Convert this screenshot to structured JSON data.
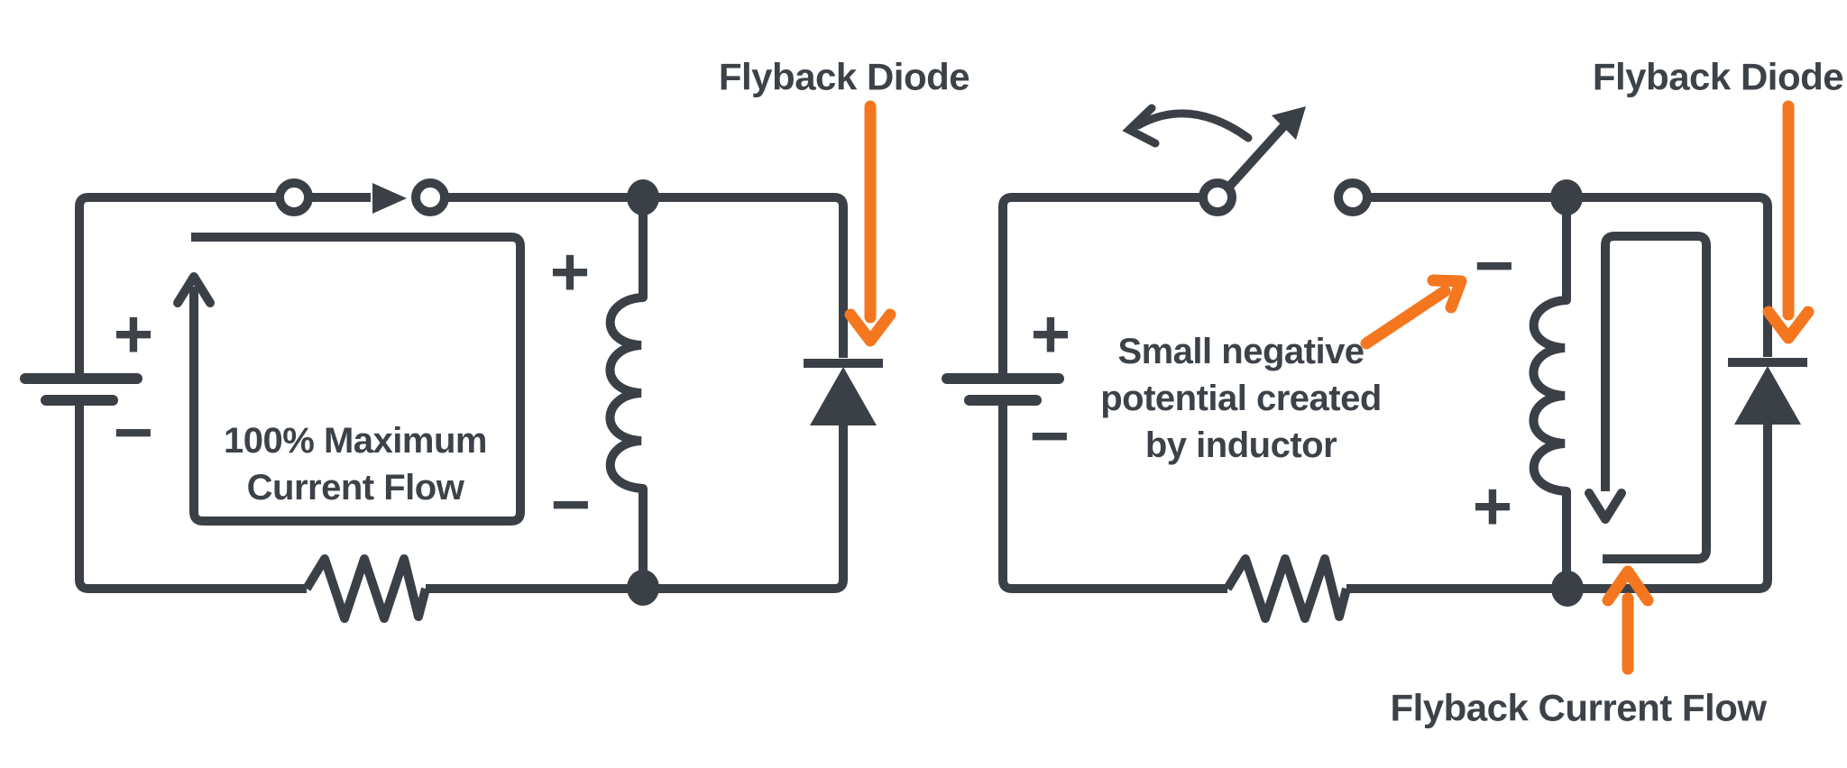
{
  "colors": {
    "ink": "#3B4046",
    "orange": "#F4771F",
    "background": "#FFFFFF"
  },
  "left_circuit": {
    "flyback_diode_label": "Flyback Diode",
    "loop_label": {
      "line1": "100% Maximum",
      "line2": "Current Flow"
    },
    "battery": {
      "plus": "+",
      "minus": "−"
    },
    "inductor": {
      "plus": "+",
      "minus": "−"
    }
  },
  "right_circuit": {
    "flyback_diode_label": "Flyback Diode",
    "annotation": {
      "line1": "Small negative",
      "line2": "potential created",
      "line3": "by inductor"
    },
    "flyback_current_flow_label": "Flyback Current Flow",
    "battery": {
      "plus": "+",
      "minus": "−"
    },
    "inductor": {
      "minus": "−",
      "plus": "+"
    }
  }
}
